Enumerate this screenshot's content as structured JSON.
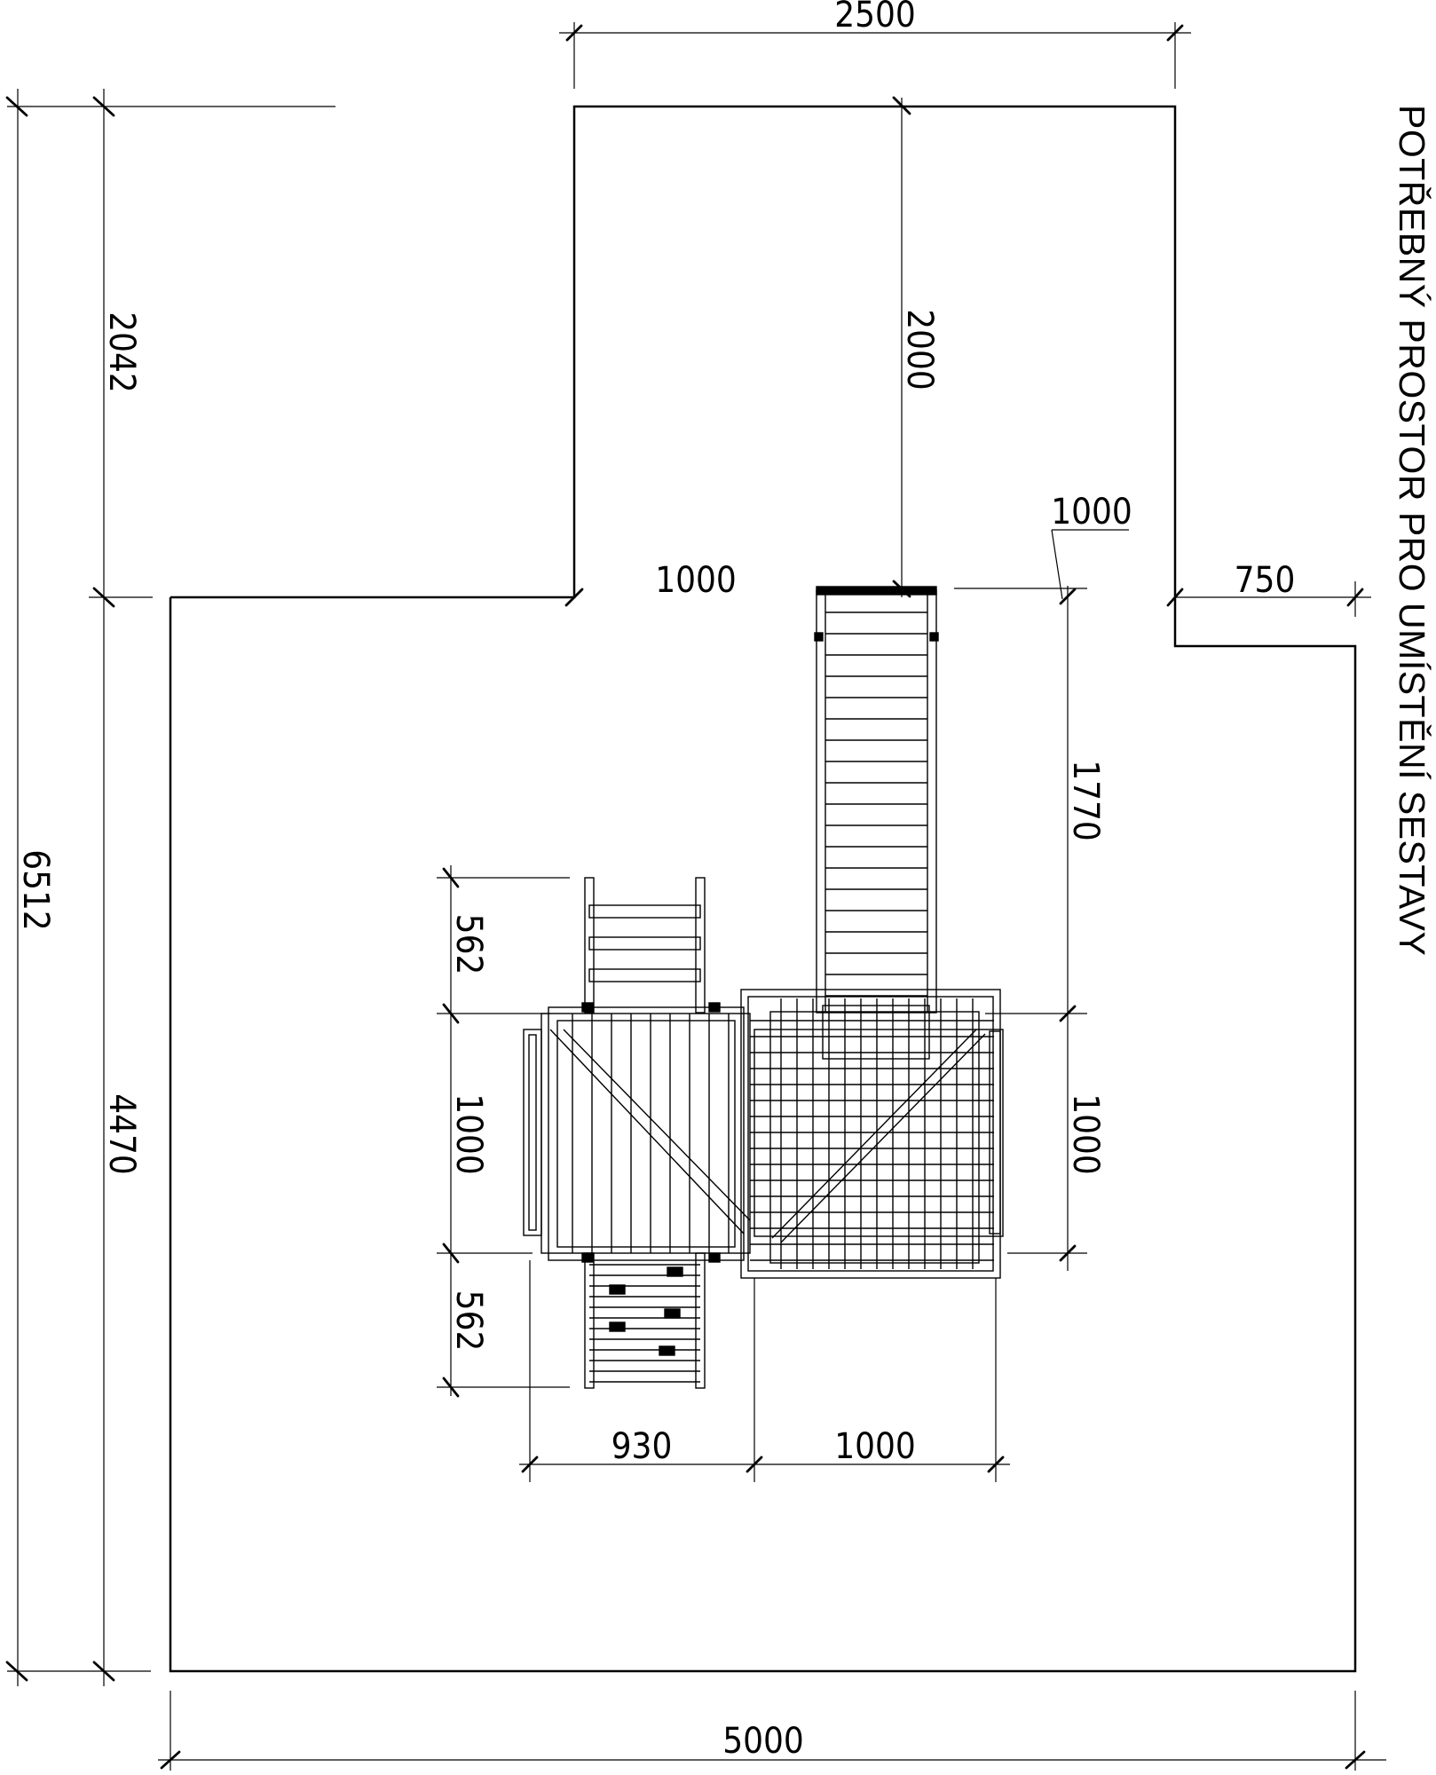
{
  "title": "POTŘEBNÝ PROSTOR PRO UMÍSTĚNÍ SESTAVY",
  "dimensions": {
    "top_width": "2500",
    "total_height": "6512",
    "upper_height": "2042",
    "lower_height": "4470",
    "upper_zone_height": "2000",
    "left_offset": "1000",
    "slide_clearance": "1000",
    "right_offset": "750",
    "slide_length": "1770",
    "ladder_top": "562",
    "deck_height_left": "1000",
    "ladder_bottom": "562",
    "deck_height_right": "1000",
    "deck_left_width": "930",
    "deck_right_width": "1000",
    "total_width": "5000"
  },
  "colors": {
    "line": "#000000",
    "background": "#ffffff"
  }
}
